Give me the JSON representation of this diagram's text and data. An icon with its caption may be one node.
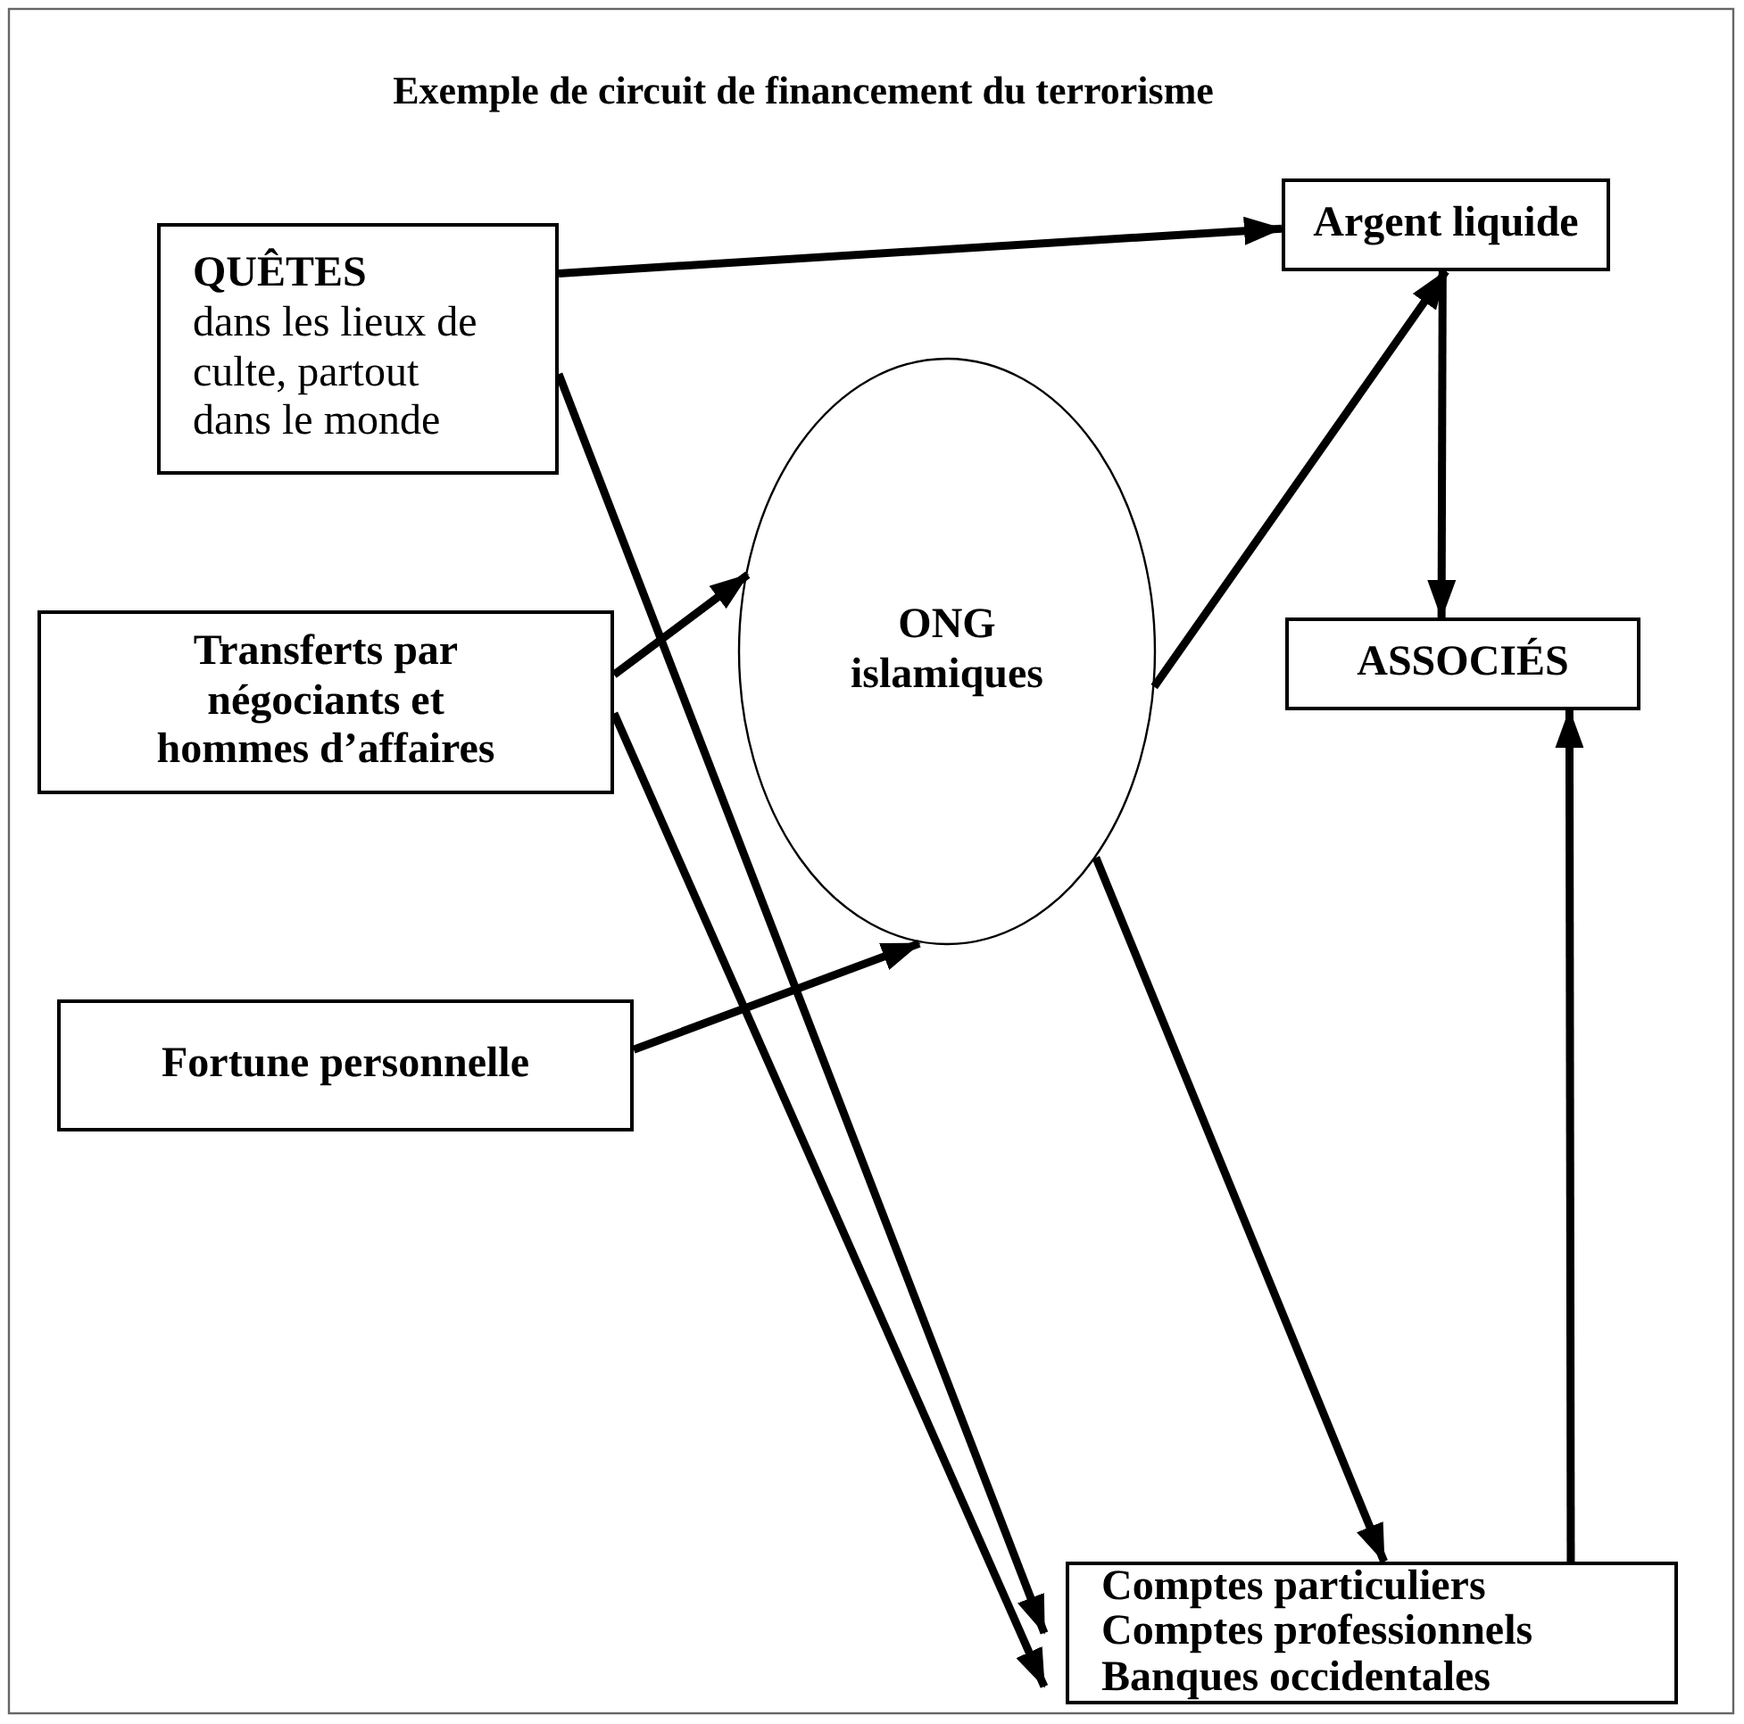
{
  "diagram": {
    "title": "Exemple de circuit de financement du terrorisme",
    "nodes": [
      {
        "text": [
          "QUÊTES",
          "dans les lieux de culte, partout dans le monde"
        ]
      },
      {
        "text": [
          "Argent liquide"
        ]
      },
      {
        "text": [
          "Transferts par négociants et hommes d’affaires"
        ]
      },
      {
        "text": [
          "ONG islamiques"
        ]
      },
      {
        "text": [
          "ASSOCIÉS"
        ]
      },
      {
        "text": [
          "Fortune personnelle"
        ]
      },
      {
        "text": [
          "Comptes particuliers",
          "Comptes professionnels",
          "Banques occidentales"
        ]
      }
    ],
    "edges": [
      {
        "from": 0,
        "to": 1,
        "arrow": "to"
      },
      {
        "from": 0,
        "to": 6,
        "arrow": "to"
      },
      {
        "from": 2,
        "to": 3,
        "arrow": "to"
      },
      {
        "from": 2,
        "to": 6,
        "arrow": "to"
      },
      {
        "from": 5,
        "to": 3,
        "arrow": "to"
      },
      {
        "from": 3,
        "to": 1,
        "arrow": "to"
      },
      {
        "from": 3,
        "to": 6,
        "arrow": "to"
      },
      {
        "from": 1,
        "to": 4,
        "arrow": "to"
      },
      {
        "from": 6,
        "to": 4,
        "arrow": "to"
      }
    ]
  }
}
